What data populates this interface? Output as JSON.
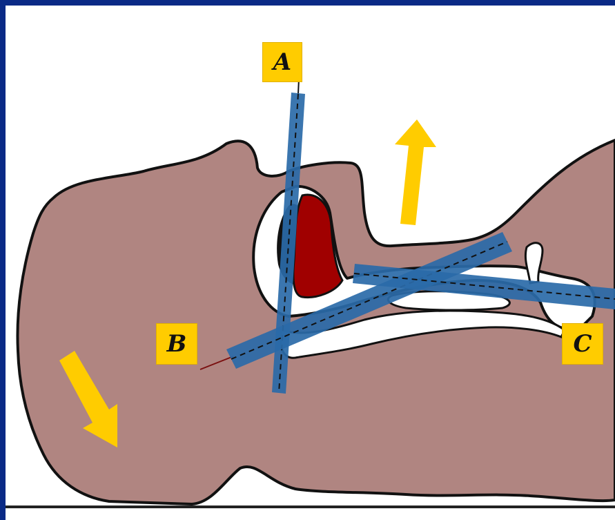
{
  "labels": {
    "a": "A",
    "b": "B",
    "c": "C"
  },
  "colors": {
    "frame": "#0a2a86",
    "background": "#ffffff",
    "body": "#b08581",
    "outline": "#111111",
    "tongue": "#a00000",
    "probe": "#2a6aa8",
    "arrow": "#ffcc00",
    "label_box": "#ffcc00"
  },
  "icons": {
    "arrow_up": "arrow-up-icon",
    "arrow_down": "arrow-down-right-icon"
  }
}
